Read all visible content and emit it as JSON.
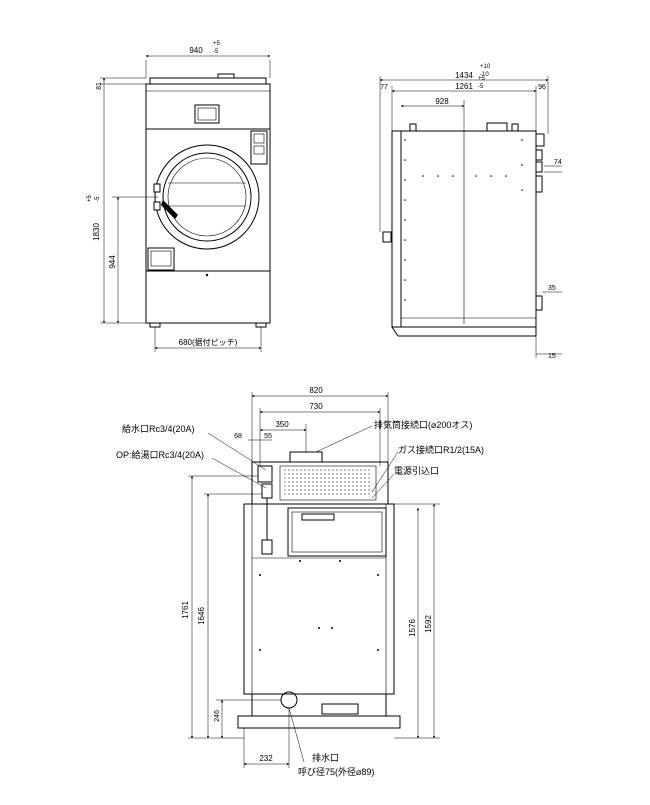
{
  "front_view": {
    "width_dim": "940",
    "width_tol_upper": "+5",
    "width_tol_lower": "-5",
    "top_height_dim": "81",
    "total_height_dim": "1830",
    "total_height_tol_upper": "+5",
    "total_height_tol_lower": "-5",
    "door_center_height_dim": "944",
    "mount_pitch_dim": "680(据付ピッチ)"
  },
  "side_view": {
    "total_depth_dim": "1434",
    "total_depth_tol_upper": "+10",
    "total_depth_tol_lower": "-10",
    "body_depth_dim": "1261",
    "body_depth_tol_upper": "+5",
    "body_depth_tol_lower": "-5",
    "front_offset_dim": "77",
    "inner_depth_dim": "928",
    "rear_offset_dim": "96",
    "connection_dim": "74",
    "low_connection_dim": "35",
    "base_dim": "15"
  },
  "rear_view": {
    "width_outer_dim": "820",
    "width_inner_dim": "730",
    "exhaust_offset_dim": "350",
    "offset_68_dim": "68",
    "offset_55_dim": "55",
    "height_1761_dim": "1761",
    "height_1646_dim": "1646",
    "height_1576_dim": "1576",
    "height_1592_dim": "1592",
    "height_246_dim": "246",
    "drain_offset_dim": "232",
    "labels": {
      "water_supply": "給水口Rc3/4(20A)",
      "hot_water_supply": "OP:給湯口Rc3/4(20A)",
      "exhaust": "排気筒接続口(⌀200オス)",
      "gas": "ガス接続口R1/2(15A)",
      "power": "電源引込口",
      "drain": "排水口",
      "drain_size": "呼び径75(外径⌀89)"
    }
  }
}
